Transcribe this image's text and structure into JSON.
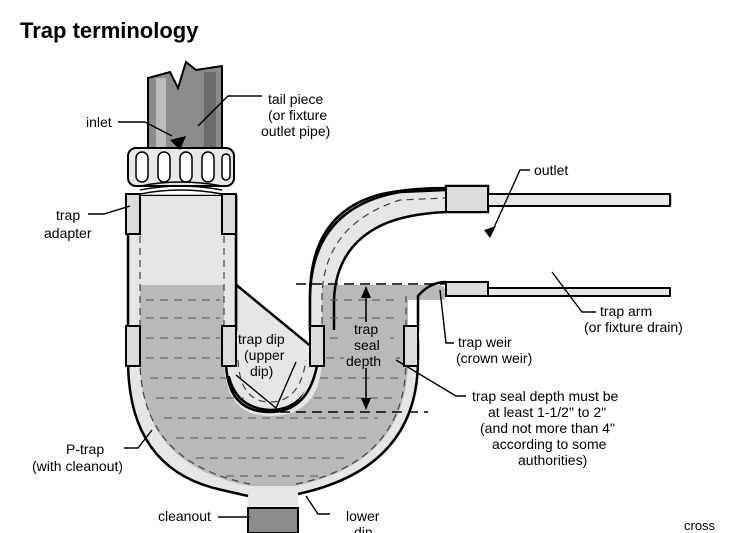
{
  "title": "Trap terminology",
  "labels": {
    "inlet": "inlet",
    "tail_piece": [
      "tail piece",
      "(or fixture",
      "outlet pipe)"
    ],
    "outlet": "outlet",
    "trap_adapter": [
      "trap",
      "adapter"
    ],
    "trap_arm": [
      "trap arm",
      "(or fixture drain)"
    ],
    "trap_dip": [
      "trap dip",
      "(upper",
      "dip)"
    ],
    "trap_seal_depth": [
      "trap",
      "seal",
      "depth"
    ],
    "trap_weir": [
      "trap weir",
      "(crown weir)"
    ],
    "seal_note": [
      "trap seal depth must be",
      "at least 1-1/2\" to 2\"",
      "(and not more than 4\"",
      "according to some",
      "authorities)"
    ],
    "p_trap": [
      "P-trap",
      "(with cleanout)"
    ],
    "cleanout": "cleanout",
    "lower_dip": [
      "lower",
      "dip"
    ],
    "credit": "cross"
  },
  "colors": {
    "pipe_fill": "#e6e6e6",
    "water_fill": "#b9b9b9",
    "line": "#000000"
  }
}
